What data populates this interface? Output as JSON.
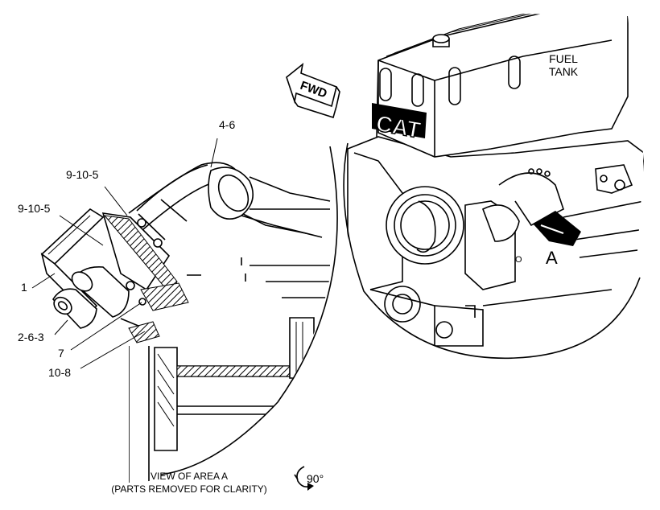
{
  "diagram": {
    "part_labels": {
      "hose": "4-6",
      "fitting_upper": "9-10-5",
      "fitting_left": "9-10-5",
      "bracket": "1",
      "valve": "2-6-3",
      "bolt": "7",
      "nut": "10-8"
    },
    "view_letter": "A",
    "fuel_tank_label": [
      "FUEL",
      "TANK"
    ],
    "forward_arrow_label": "FWD",
    "brand_mark": "CAT",
    "caption": {
      "line1": "VIEW OF AREA A",
      "line2": "(PARTS REMOVED FOR CLARITY)"
    },
    "rotation_label": "90°"
  }
}
